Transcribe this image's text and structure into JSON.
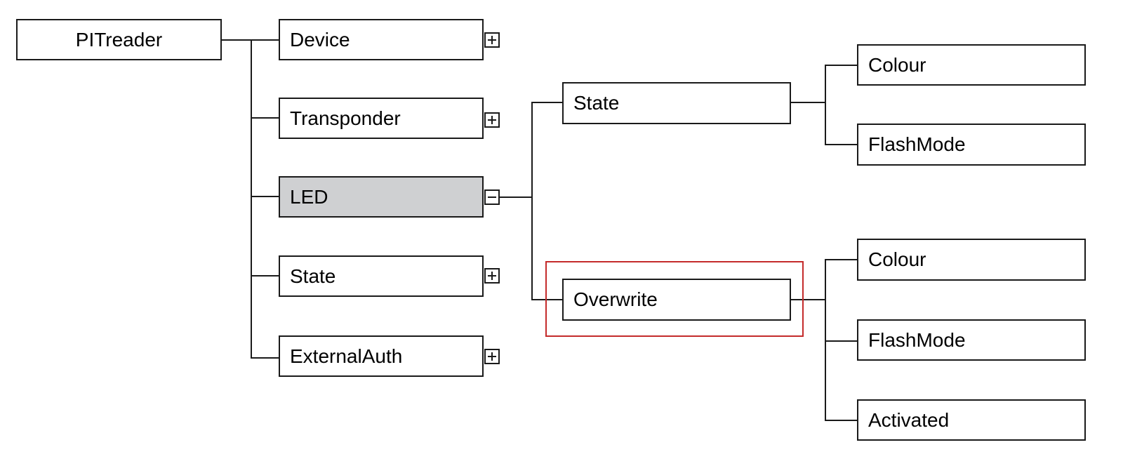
{
  "colors": {
    "stroke": "#1a1a1a",
    "selected_fill": "#cfd0d2",
    "highlight": "#c42b2b"
  },
  "root": {
    "label": "PITreader"
  },
  "level1": [
    {
      "label": "Device",
      "toggle": "expand-icon"
    },
    {
      "label": "Transponder",
      "toggle": "expand-icon"
    },
    {
      "label": "LED",
      "toggle": "collapse-icon",
      "selected": true
    },
    {
      "label": "State",
      "toggle": "expand-icon"
    },
    {
      "label": "ExternalAuth",
      "toggle": "expand-icon"
    }
  ],
  "led_children": [
    {
      "label": "State",
      "children": [
        "Colour",
        "FlashMode"
      ]
    },
    {
      "label": "Overwrite",
      "highlighted": true,
      "children": [
        "Colour",
        "FlashMode",
        "Activated"
      ]
    }
  ]
}
